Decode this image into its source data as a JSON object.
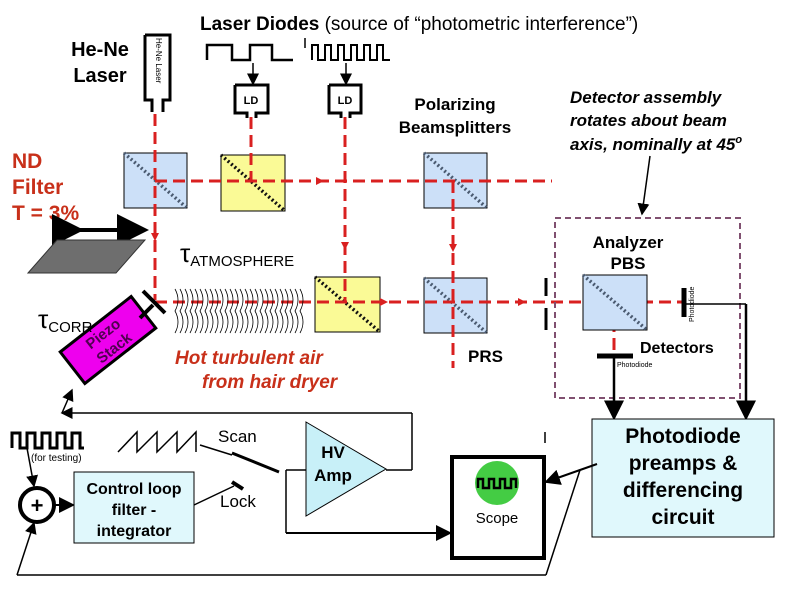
{
  "title": {
    "bold": "Laser Diodes",
    "rest": " (source of “photometric interference”)"
  },
  "hene": {
    "label_line1": "He-Ne",
    "label_line2": "Laser",
    "tube_text": "He-Ne Laser"
  },
  "ld_labels": [
    "LD",
    "LD"
  ],
  "nd_filter": {
    "line1": "ND",
    "line2": "Filter",
    "line3": "T = 3%"
  },
  "tau_atmosphere": {
    "symbol": "τ",
    "sub": "ATMOSPHERE"
  },
  "tau_corr": {
    "symbol": "τ",
    "sub": "CORR"
  },
  "piezo": {
    "line1": "Piezo",
    "line2": "Stack"
  },
  "hot_air": {
    "line1": "Hot turbulent air",
    "line2": "from hair dryer"
  },
  "polarizing": {
    "line1": "Polarizing",
    "line2": "Beamsplitters"
  },
  "detector_assembly": {
    "line1": "Detector assembly",
    "line2": "rotates about beam",
    "line3": "axis, nominally at 45",
    "sup": "o"
  },
  "analyzer": {
    "line1": "Analyzer",
    "line2": "PBS"
  },
  "prs": "PRS",
  "detectors": "Detectors",
  "photodiode_small": [
    "Photodiode",
    "Photodiode"
  ],
  "for_testing": "(for testing)",
  "scan": "Scan",
  "lock": "Lock",
  "hv_amp": {
    "line1": "HV",
    "line2": "Amp"
  },
  "control_loop": {
    "line1": "Control loop",
    "line2": "filter -",
    "line3": "integrator"
  },
  "sum_symbol": "+",
  "scope": "Scope",
  "photodiode_box": {
    "line1": "Photodiode",
    "line2": "preamps &",
    "line3": "differencing",
    "line4": "circuit"
  },
  "colors": {
    "beam": "#d92020",
    "label_red": "#c8301a",
    "bs_blue": "#cce0f8",
    "bs_yellow": "#fafa96",
    "piezo": "#ee00ee",
    "box_cyan": "#e0f8fc",
    "scope_green": "#44cc44",
    "detector_box": "#805070"
  }
}
